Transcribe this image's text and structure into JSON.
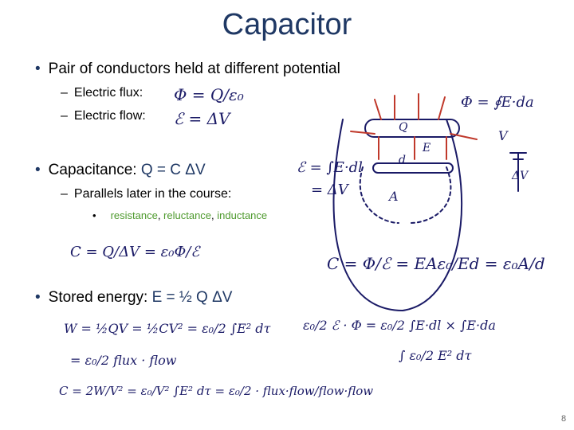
{
  "slide": {
    "title": "Capacitor",
    "bullet1": "Pair of conductors held at different potential",
    "sub1": "Electric flux:",
    "sub2": "Electric flow:",
    "bullet2_prefix": "Capacitance:",
    "bullet2_eq": "Q = C  ΔV",
    "sub3": "Parallels later in the course:",
    "subsub_resistance": "resistance",
    "subsub_reluctance": "reluctance",
    "subsub_inductance": "inductance",
    "subsub_sep": ", ",
    "bullet3_prefix": "Stored energy:",
    "bullet3_eq": "E = ½ Q ΔV",
    "page_number": "8"
  },
  "handwriting": {
    "flux_def": "Φ = Q/ε₀",
    "flow_def": "ℰ = ΔV",
    "flux_integral": "Φ = ∮E·da",
    "emf_integral": "ℰ = ∫E·dl",
    "emf_equals": "= ΔV",
    "label_Q": "Q",
    "label_E": "E",
    "label_d": "d",
    "label_A": "A",
    "label_V": "V",
    "label_dV": "ΔV",
    "cap_left": "C = Q/ΔV = ε₀Φ/ℰ",
    "cap_right": "C = Φ/ℰ = EAε₀/Ed = ε₀A/d",
    "energy_line1": "W = ½QV = ½CV² = ε₀/2 ∫E² dτ",
    "energy_line2": "= ε₀/2 flux · flow",
    "energy_line3": "C = 2W/V² = ε₀/V² ∫E² dτ = ε₀/2 · flux·flow/flow·flow",
    "energy_right1": "ε₀/2 ℰ · Φ = ε₀/2 ∫E·dl × ∫E·da",
    "energy_right2": "∫ ε₀/2 E² dτ"
  },
  "colors": {
    "title": "#1f3864",
    "green": "#4e9a2e",
    "ink": "#1a1a66",
    "red": "#c0392b"
  }
}
